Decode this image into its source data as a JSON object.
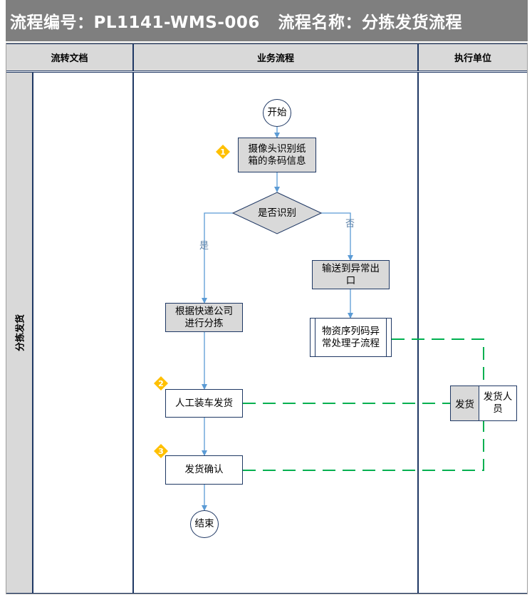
{
  "header": {
    "title": "流程编号：PL1141-WMS-006   流程名称：分拣发货流程"
  },
  "columns": {
    "doc": "流转文档",
    "flow": "业务流程",
    "unit": "执行单位"
  },
  "lane": {
    "label": "分拣发货"
  },
  "nodes": {
    "start": "开始",
    "scan": "摄像头识别纸箱的条码信息",
    "decision": "是否识别",
    "exception_out": "输送到异常出口",
    "sort": "根据快递公司进行分拣",
    "subprocess": "物资序列码异常处理子流程",
    "load": "人工装车发货",
    "confirm": "发货确认",
    "end": "结束"
  },
  "edge_labels": {
    "yes": "是",
    "no": "否"
  },
  "badges": [
    "1",
    "2",
    "3"
  ],
  "role": {
    "dept": "发货",
    "person": "发货人员"
  },
  "colors": {
    "header_bg": "#7f7f7f",
    "gray_fill": "#d9d9d9",
    "border": "#1f3864",
    "arrow": "#5b9bd5",
    "dashed": "#00b050",
    "badge": "#ffc000"
  }
}
